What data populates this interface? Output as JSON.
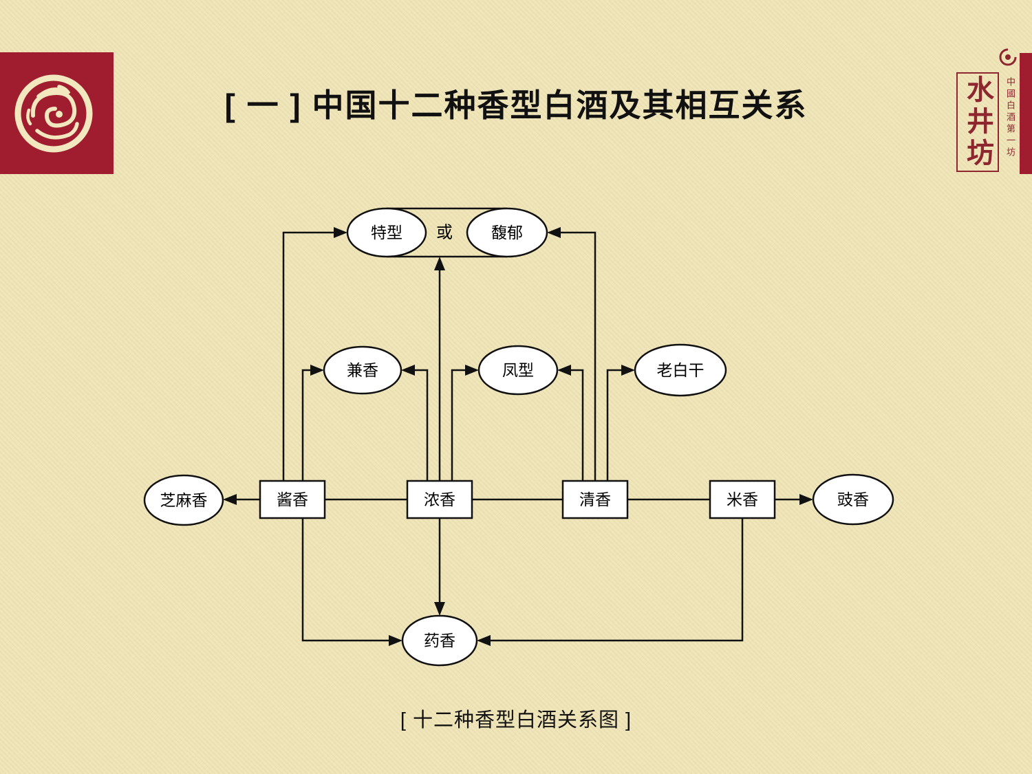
{
  "page": {
    "title": "[ 一 ] 中国十二种香型白酒及其相互关系",
    "caption": "[ 十二种香型白酒关系图 ]"
  },
  "logo": {
    "brand_name": "水井坊",
    "tagline": "中國白酒第一坊"
  },
  "colors": {
    "background": "#efe5b8",
    "accent_red": "#a01d30",
    "logo_red": "#8e2630",
    "line": "#111111",
    "node_fill": "#ffffff"
  },
  "diagram": {
    "or_label": "或",
    "nodes": [
      {
        "id": "texing",
        "label": "特型",
        "shape": "ellipse"
      },
      {
        "id": "fuyu",
        "label": "馥郁",
        "shape": "ellipse"
      },
      {
        "id": "jianxiang",
        "label": "兼香",
        "shape": "ellipse"
      },
      {
        "id": "fengxing",
        "label": "凤型",
        "shape": "ellipse"
      },
      {
        "id": "laobaigan",
        "label": "老白干",
        "shape": "ellipse"
      },
      {
        "id": "jiangxiang",
        "label": "酱香",
        "shape": "rect"
      },
      {
        "id": "nongxiang",
        "label": "浓香",
        "shape": "rect"
      },
      {
        "id": "qingxiang",
        "label": "清香",
        "shape": "rect"
      },
      {
        "id": "mixiang",
        "label": "米香",
        "shape": "rect"
      },
      {
        "id": "zhimaxiang",
        "label": "芝麻香",
        "shape": "ellipse"
      },
      {
        "id": "chixiang",
        "label": "豉香",
        "shape": "ellipse"
      },
      {
        "id": "yaoxiang",
        "label": "药香",
        "shape": "ellipse"
      }
    ],
    "edges": [
      {
        "from": "jiangxiang",
        "to": "texing",
        "directed": true
      },
      {
        "from": "jiangxiang",
        "to": "jianxiang",
        "directed": true
      },
      {
        "from": "nongxiang",
        "to": "jianxiang",
        "directed": true
      },
      {
        "from": "nongxiang",
        "to": "texing-fuyu-group",
        "directed": true
      },
      {
        "from": "nongxiang",
        "to": "fengxing",
        "directed": true
      },
      {
        "from": "qingxiang",
        "to": "fengxing",
        "directed": true
      },
      {
        "from": "qingxiang",
        "to": "fuyu",
        "directed": true
      },
      {
        "from": "qingxiang",
        "to": "laobaigan",
        "directed": true
      },
      {
        "from": "jiangxiang",
        "to": "zhimaxiang",
        "directed": true
      },
      {
        "from": "jiangxiang",
        "to": "nongxiang",
        "directed": false
      },
      {
        "from": "nongxiang",
        "to": "qingxiang",
        "directed": false
      },
      {
        "from": "qingxiang",
        "to": "mixiang",
        "directed": false
      },
      {
        "from": "mixiang",
        "to": "chixiang",
        "directed": true
      },
      {
        "from": "jiangxiang",
        "to": "yaoxiang",
        "directed": true
      },
      {
        "from": "nongxiang",
        "to": "yaoxiang",
        "directed": true
      },
      {
        "from": "mixiang",
        "to": "yaoxiang",
        "directed": true
      }
    ]
  }
}
